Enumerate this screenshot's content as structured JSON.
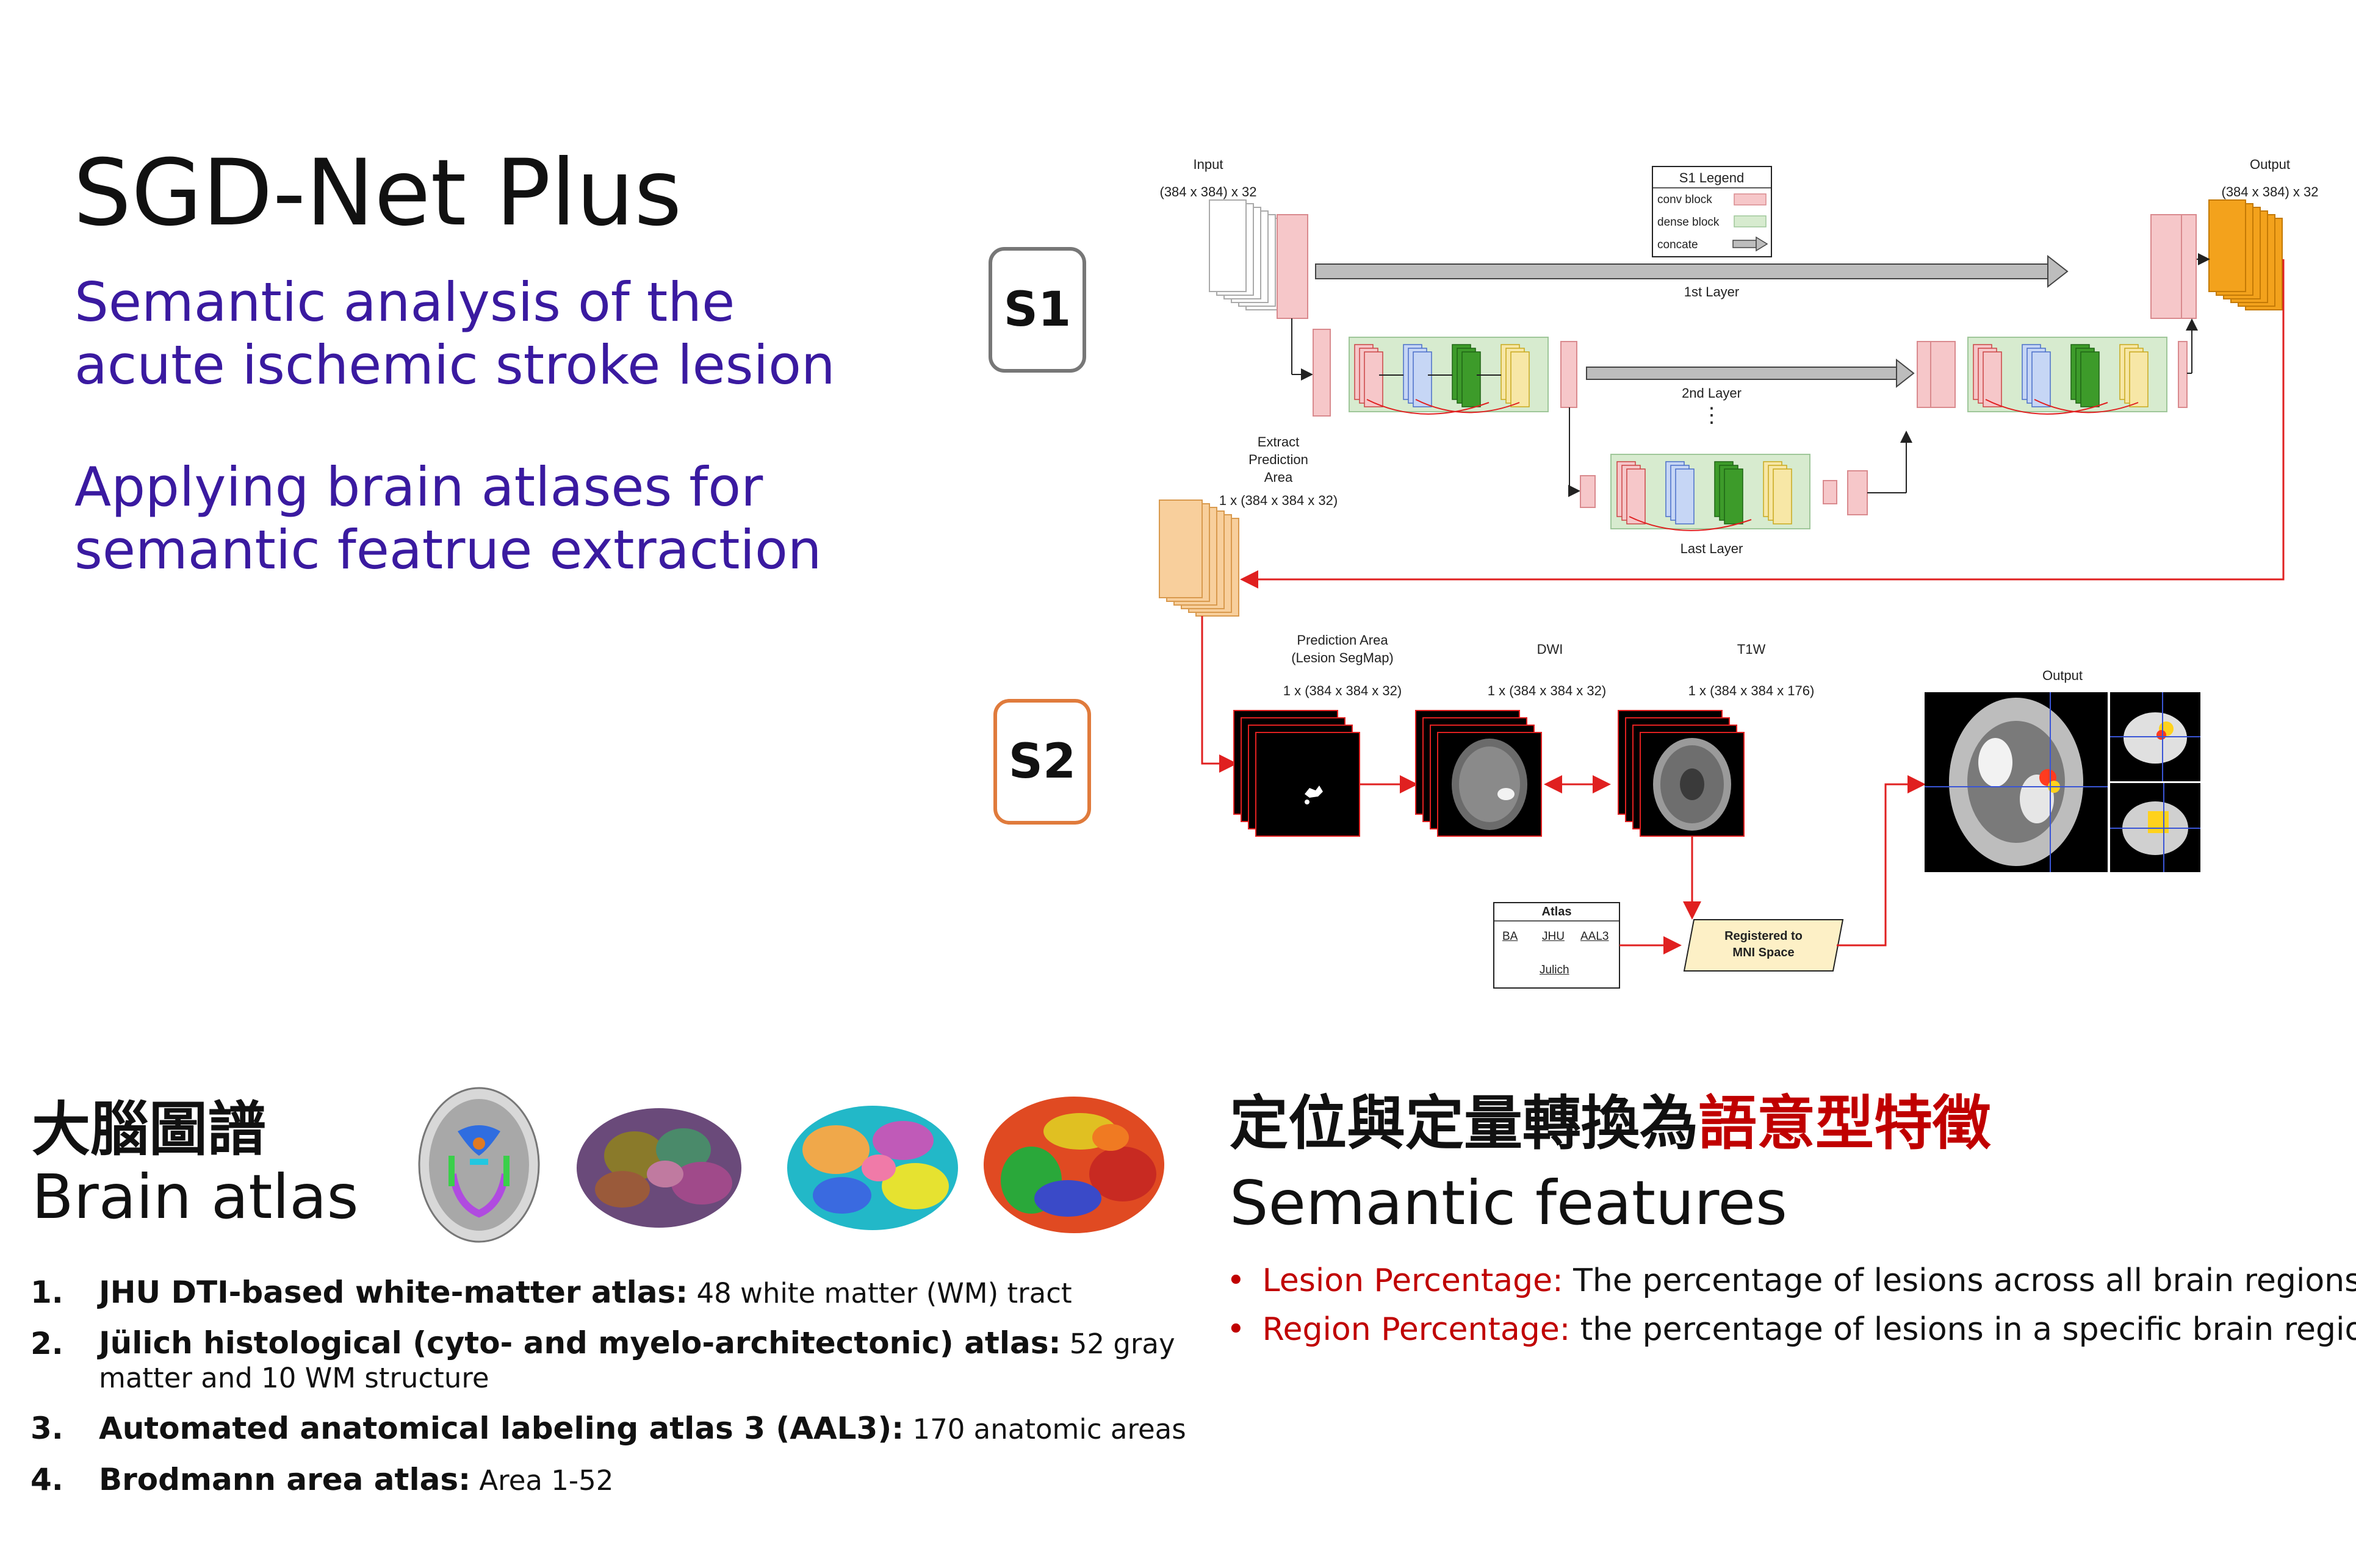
{
  "title": "SGD-Net Plus",
  "subtitle1": [
    "Semantic analysis of the",
    "acute ischemic stroke lesion"
  ],
  "subtitle2": [
    "Applying brain atlases for",
    "semantic featrue extraction"
  ],
  "stage_labels": {
    "s1": "S1",
    "s2": "S2"
  },
  "colors": {
    "purple": "#3a1aa0",
    "red": "#c00000",
    "s1_border": "#777777",
    "s2_border": "#e07b3c",
    "conv": "#f6c7c9",
    "dense": "#d7ebcf",
    "output": "#f3a21c",
    "extract": "#f8cf9c"
  },
  "s1_diagram": {
    "input_label": "Input",
    "input_dims": "(384 x 384) x 32",
    "output_label": "Output",
    "output_dims": "(384 x 384) x 32",
    "legend_title": "S1 Legend",
    "legend_items": [
      "conv block",
      "dense block",
      "concate"
    ],
    "layer1": "1st Layer",
    "layer2": "2nd Layer",
    "ellipsis": "⋮",
    "last_layer": "Last Layer",
    "extract_label": [
      "Extract",
      "Prediction",
      "Area"
    ],
    "extract_dims": "1 x (384 x 384 x 32)"
  },
  "s2_diagram": {
    "pred_label": [
      "Prediction Area",
      "(Lesion SegMap)"
    ],
    "pred_dims": "1 x (384 x 384 x 32)",
    "dwi_label": "DWI",
    "dwi_dims": "1 x (384 x 384 x 32)",
    "t1w_label": "T1W",
    "t1w_dims": "1 x (384 x 384 x 176)",
    "output_label": "Output",
    "atlas_title": "Atlas",
    "atlas_items": [
      "BA",
      "JHU",
      "AAL3",
      "Julich"
    ],
    "registered": [
      "Registered to",
      "MNI Space"
    ]
  },
  "atlas_section": {
    "heading_zh": "大腦圖譜",
    "heading_en": "Brain atlas",
    "items": [
      {
        "num": "1.",
        "name": "JHU DTI-based white-matter atlas:",
        "desc": " 48 white matter (WM) tract"
      },
      {
        "num": "2.",
        "name": "Jülich histological (cyto- and myelo-architectonic) atlas:",
        "desc": " 52 gray matter and 10 WM structure"
      },
      {
        "num": "3.",
        "name": "Automated anatomical labeling atlas 3 (AAL3):",
        "desc": " 170 anatomic areas"
      },
      {
        "num": "4.",
        "name": "Brodmann area atlas:",
        "desc": " Area 1-52"
      }
    ]
  },
  "features_section": {
    "heading_zh_black": "定位與定量轉換為",
    "heading_zh_red": "語意型特徵",
    "heading_en": "Semantic features",
    "bullets": [
      {
        "key": "Lesion Percentage:",
        "text": " The percentage of lesions across all brain regions"
      },
      {
        "key": "Region Percentage:",
        "text": " the percentage of lesions in a specific brain region"
      }
    ]
  }
}
